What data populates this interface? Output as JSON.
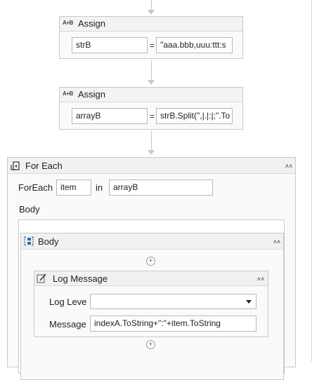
{
  "assign1": {
    "title": "Assign",
    "icon": "A+B",
    "to": "strB",
    "equals": "=",
    "value": "\"aaa.bbb,uuu:ttt:s"
  },
  "assign2": {
    "title": "Assign",
    "icon": "A+B",
    "to": "arrayB",
    "equals": "=",
    "value": "strB.Split(\",|.|:|;\".To"
  },
  "foreach": {
    "title": "For Each",
    "foreach_label": "ForEach",
    "item": "item",
    "in_label": "in",
    "collection": "arrayB",
    "body_label": "Body",
    "sequence": {
      "title": "Body",
      "log": {
        "title": "Log Message",
        "level_label": "Log Leve",
        "level_value": "",
        "message_label": "Message",
        "message_value": "indexA.ToString+\":\"+item.ToString"
      }
    }
  },
  "icons": {
    "assign": "assign-icon",
    "foreach": "foreach-icon",
    "sequence": "sequence-icon",
    "log": "log-message-icon",
    "collapse": "collapse-icon",
    "add": "add-activity-icon"
  }
}
